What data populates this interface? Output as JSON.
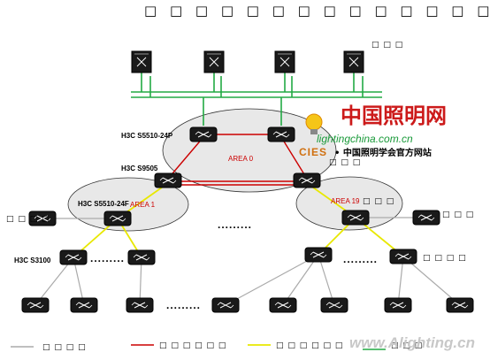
{
  "title": "□ □ □ □ □ □ □ □ □ □ □ □ □ □",
  "server_label": "□ □ □",
  "areas": [
    "AREA 0",
    "AREA 1",
    "AREA 19"
  ],
  "device_labels": {
    "core_top": "H3C S5510-24P",
    "core_mid": "H3C S9505",
    "dist_left": "H3C S5510-24F",
    "access": "H3C S3100"
  },
  "side_labels": {
    "right_core": "□ □ □",
    "area19_box": "□ □ □",
    "left_edge": "□ □ □ □",
    "right_edge": "□ □ □",
    "right_access": "□ □ □ □"
  },
  "ellipsis": ".........",
  "legend": [
    {
      "color": "#aaaaaa",
      "label": "□ □ □ □"
    },
    {
      "color": "#cc0000",
      "label": "□ □ □ □ □ □"
    },
    {
      "color": "#e8e800",
      "label": "□ □ □ □ □ □"
    },
    {
      "color": "#22aa44",
      "label": "□ □ □"
    }
  ],
  "watermark": {
    "cn": "中国照明网",
    "url": "lightingchina.com.cn",
    "cies": "CIES",
    "sub": "• 中国照明学会官方网站",
    "corner": "www.Alighting.cn"
  }
}
